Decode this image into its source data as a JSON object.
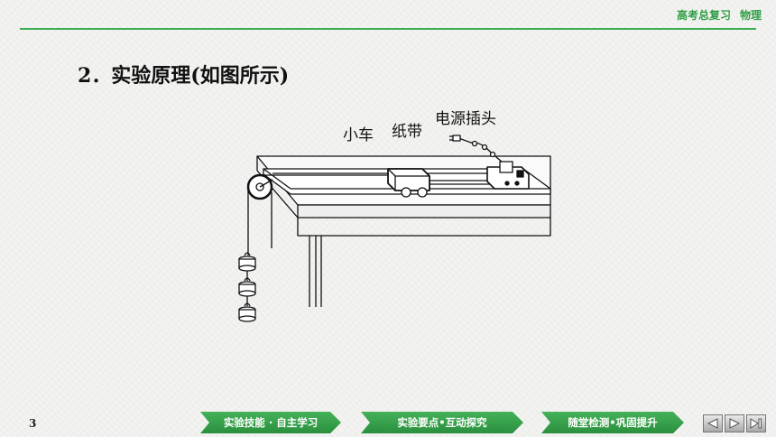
{
  "header": {
    "course": "高考总复习",
    "subject": "物理"
  },
  "heading": {
    "text": "2．实验原理(如图所示)"
  },
  "diagram": {
    "labels": {
      "cart": "小车",
      "tape": "纸带",
      "plug": "电源插头"
    }
  },
  "footer": {
    "page_number": "3",
    "tabs": [
      {
        "label": "实验技能 · 自主学习"
      },
      {
        "label": "实验要点•互动探究"
      },
      {
        "label": "随堂检测•巩固提升"
      }
    ]
  },
  "colors": {
    "accent": "#2e9e45",
    "tab": "#3aa84f",
    "text": "#111111"
  },
  "icons": [
    "prev-arrow-icon",
    "next-arrow-icon",
    "last-page-icon"
  ]
}
